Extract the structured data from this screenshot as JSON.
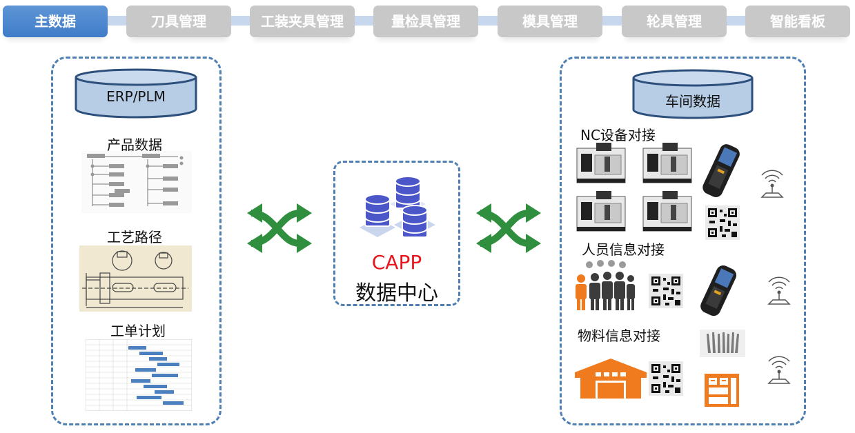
{
  "tabs": [
    {
      "label": "主数据",
      "active": true
    },
    {
      "label": "刀具管理",
      "active": false
    },
    {
      "label": "工装夹具管理",
      "active": false
    },
    {
      "label": "量检具管理",
      "active": false
    },
    {
      "label": "模具管理",
      "active": false
    },
    {
      "label": "轮具管理",
      "active": false
    },
    {
      "label": "智能看板",
      "active": false
    }
  ],
  "left_panel": {
    "db_label": "ERP/PLM",
    "sections": [
      {
        "title": "产品数据",
        "icon": "product-structure-image"
      },
      {
        "title": "工艺路径",
        "icon": "engineering-drawing-image"
      },
      {
        "title": "工单计划",
        "icon": "gantt-chart-image"
      }
    ]
  },
  "center": {
    "title_line1": "CAPP",
    "title_line2": "数据中心"
  },
  "right_panel": {
    "db_label": "车间数据",
    "sections": [
      {
        "title": "NC设备对接",
        "icons": [
          "cnc-machine-icon",
          "handheld-scanner-icon",
          "qr-code-icon",
          "wireless-antenna-icon"
        ]
      },
      {
        "title": "人员信息对接",
        "icons": [
          "people-group-icon",
          "qr-code-icon",
          "handheld-scanner-icon",
          "wireless-antenna-icon"
        ]
      },
      {
        "title": "物料信息对接",
        "icons": [
          "warehouse-icon",
          "qr-code-icon",
          "tools-image",
          "storage-cabinet-icon",
          "wireless-antenna-icon"
        ]
      }
    ]
  },
  "colors": {
    "active_tab": "#4a86cf",
    "inactive_tab": "#c8c8c8",
    "dashed_border": "#4d7fb3",
    "cylinder_fill": "#b7cde6",
    "arrow_green": "#2f8f3e",
    "capp_red": "#e8161c",
    "database_blue": "#4b56c9",
    "orange": "#ef7b1e"
  }
}
